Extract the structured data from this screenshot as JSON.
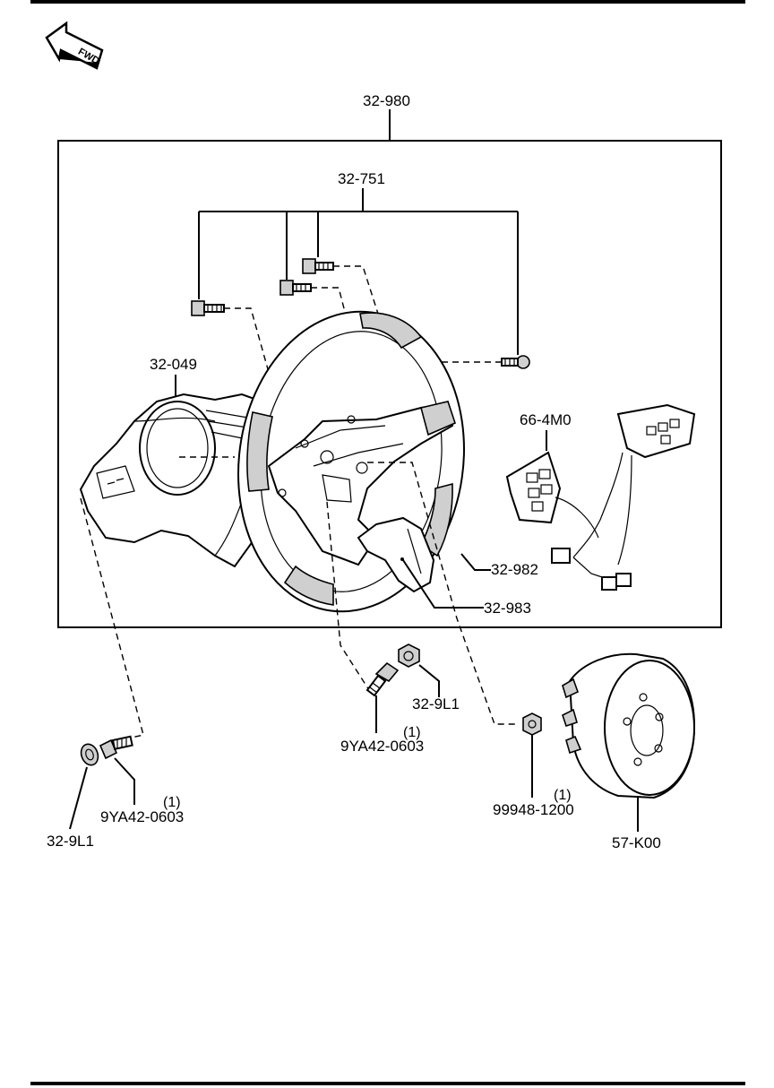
{
  "header": {
    "fwd_label": "FWD"
  },
  "parts": {
    "assembly": "32-980",
    "screws": "32-751",
    "column_cover": "32-049",
    "switch": "66-4M0",
    "wheel": "32-982",
    "pad": "32-983",
    "nut_center": "32-9L1",
    "bolt_center": "9YA42-0603",
    "bolt_center_qty": "(1)",
    "nut_left": "32-9L1",
    "bolt_left": "9YA42-0603",
    "bolt_left_qty": "(1)",
    "nut_right": "99948-1200",
    "nut_right_qty": "(1)",
    "airbag": "57-K00"
  },
  "colors": {
    "line": "#000000",
    "background": "#ffffff",
    "shade": "#cfcfcf"
  },
  "icons": [
    "fwd-arrow-icon"
  ]
}
